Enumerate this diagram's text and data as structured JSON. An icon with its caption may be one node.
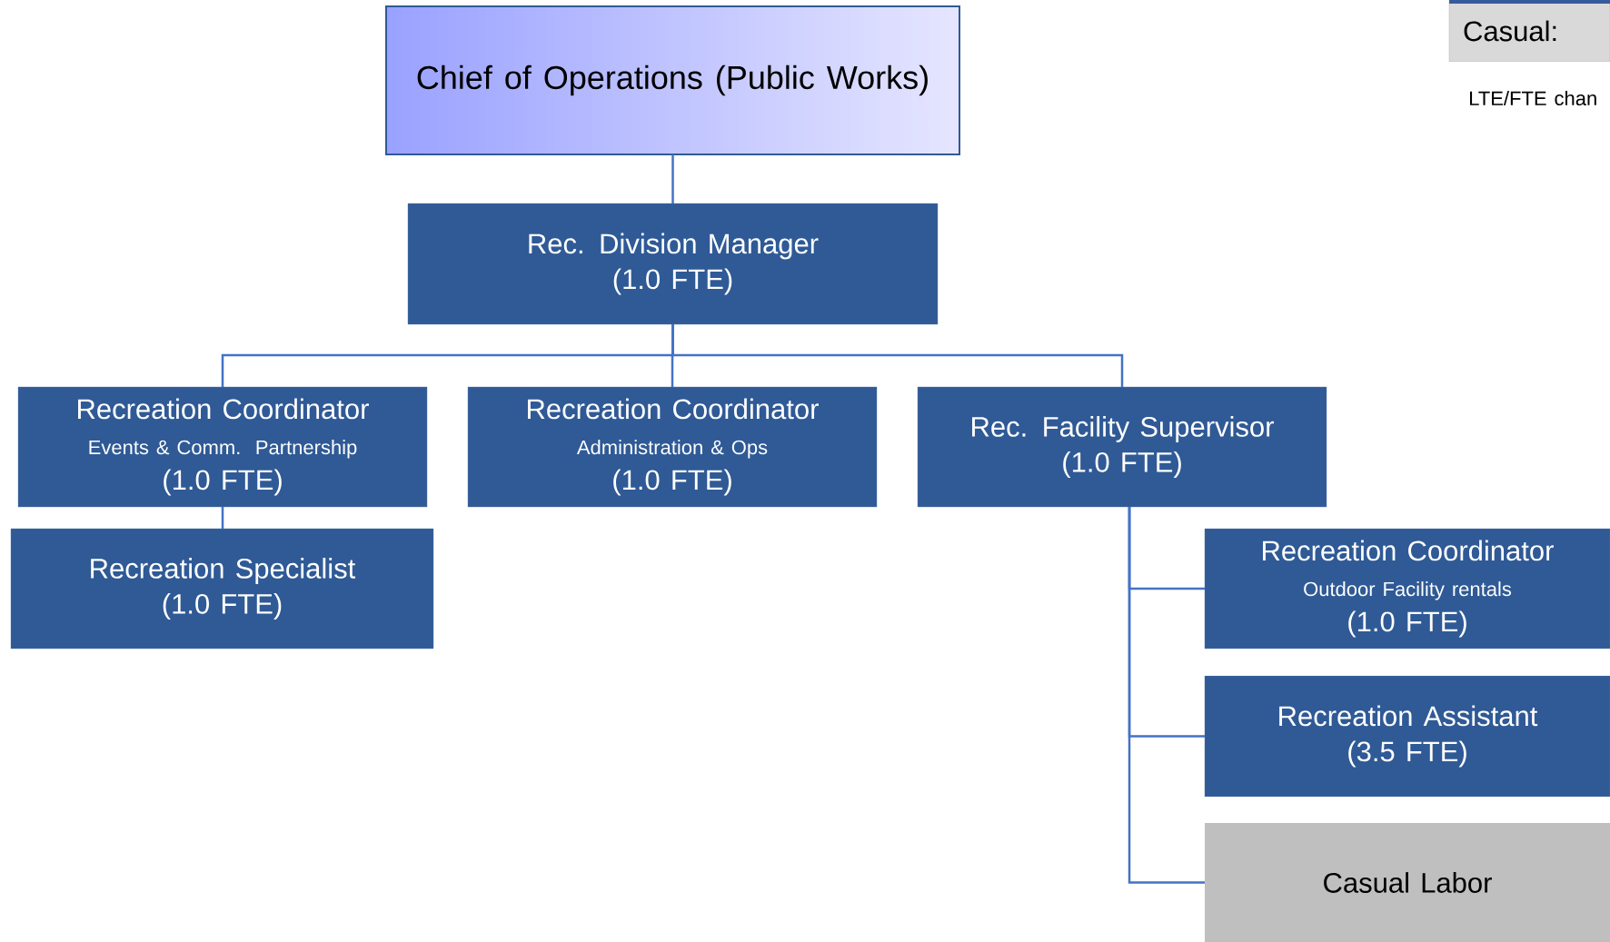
{
  "diagram": {
    "nodes": [
      {
        "text": [
          "Chief of Operations (Public Works)"
        ]
      },
      {
        "text": [
          "Rec. Division Manager",
          "(1.0 FTE)"
        ]
      },
      {
        "text": [
          "Recreation Coordinator",
          "Events & Comm. Partnership",
          "(1.0 FTE)"
        ]
      },
      {
        "text": [
          "Recreation Coordinator",
          "Administration & Ops",
          "(1.0 FTE)"
        ]
      },
      {
        "text": [
          "Rec. Facility Supervisor",
          "(1.0 FTE)"
        ]
      },
      {
        "text": [
          "Recreation Specialist",
          "(1.0 FTE)"
        ]
      },
      {
        "text": [
          "Recreation Coordinator",
          "Outdoor Facility rentals",
          "(1.0 FTE)"
        ]
      },
      {
        "text": [
          "Recreation Assistant",
          "(3.5 FTE)"
        ]
      },
      {
        "text": [
          "Casual Labor"
        ]
      },
      {
        "text": [
          "Casual:"
        ]
      }
    ],
    "edges": [
      {
        "from": 0,
        "to": 1,
        "arrow": "none"
      },
      {
        "from": 1,
        "to": 2,
        "arrow": "none"
      },
      {
        "from": 1,
        "to": 3,
        "arrow": "none"
      },
      {
        "from": 1,
        "to": 4,
        "arrow": "none"
      },
      {
        "from": 2,
        "to": 5,
        "arrow": "none"
      },
      {
        "from": 4,
        "to": 6,
        "arrow": "none"
      },
      {
        "from": 4,
        "to": 7,
        "arrow": "none"
      },
      {
        "from": 4,
        "to": 8,
        "arrow": "none"
      }
    ],
    "labels": [
      "LTE/FTE chan"
    ]
  }
}
